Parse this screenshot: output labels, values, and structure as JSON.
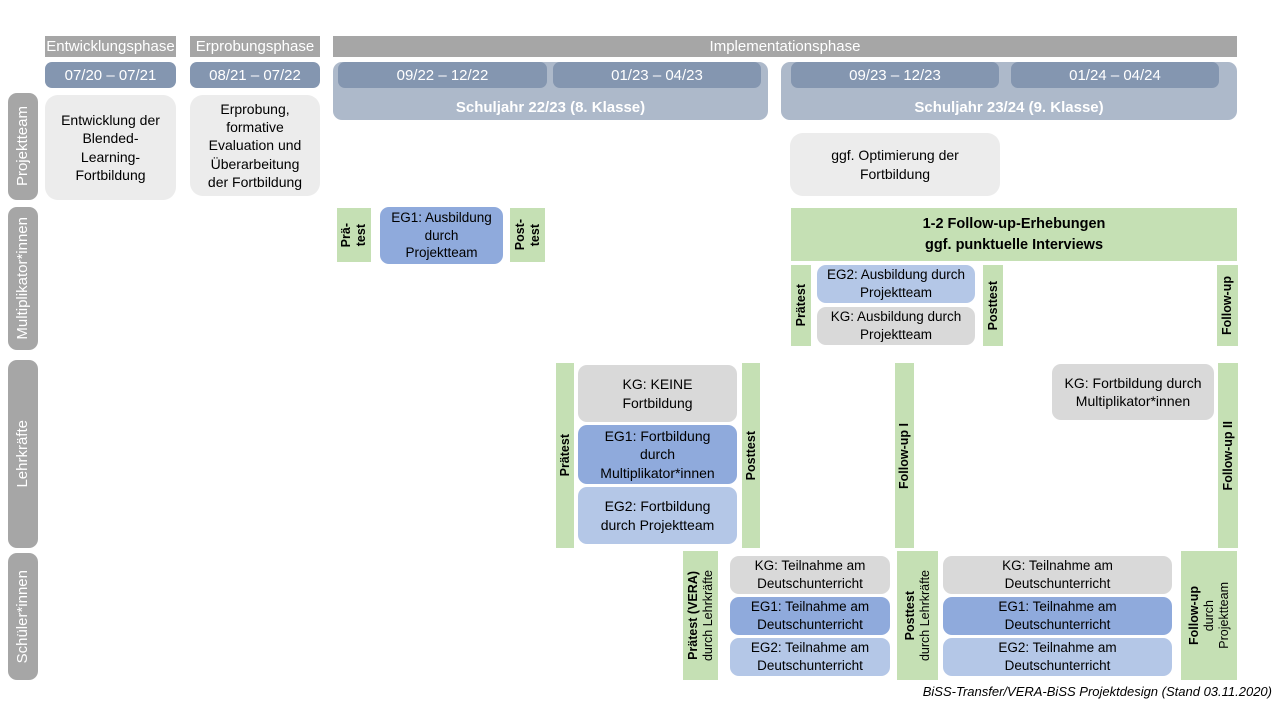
{
  "caption": "BiSS-Transfer/VERA-BiSS Projektdesign (Stand 03.11.2020)",
  "phases": [
    "Entwicklungsphase",
    "Erprobungsphase",
    "Implementationsphase"
  ],
  "dates": [
    "07/20 – 07/21",
    "08/21 – 07/22",
    "09/22 – 12/22",
    "01/23 – 04/23",
    "09/23 – 12/23",
    "01/24 – 04/24"
  ],
  "school_years": [
    "Schuljahr 22/23 (8. Klasse)",
    "Schuljahr 23/24 (9. Klasse)"
  ],
  "row_labels": [
    "Projektteam",
    "Multiplikator*innen",
    "Lehrkräfte",
    "Schüler*innen"
  ],
  "projektteam": {
    "entwicklung": "Entwicklung der Blended-Learning-Fortbildung",
    "erprobung": "Erprobung, formative Evaluation und Überarbeitung der Fortbildung",
    "optimierung": "ggf. Optimierung der Fortbildung"
  },
  "multiplikatoren": {
    "praetest_lines": [
      "Prä-",
      "test"
    ],
    "eg1": "EG1: Ausbildung durch Projektteam",
    "posttest_lines": [
      "Post-",
      "test"
    ],
    "followup_box_lines": [
      "1-2 Follow-up-Erhebungen",
      "ggf. punktuelle Interviews"
    ],
    "praetest2": "Prätest",
    "eg2": "EG2: Ausbildung durch Projektteam",
    "kg": "KG: Ausbildung durch Projektteam",
    "posttest2": "Posttest",
    "followup": "Follow-up"
  },
  "lehrkraefte": {
    "praetest": "Prätest",
    "kg": "KG: KEINE Fortbildung",
    "eg1": "EG1: Fortbildung durch Multiplikator*innen",
    "eg2": "EG2: Fortbildung durch Projektteam",
    "posttest": "Posttest",
    "followup1": "Follow-up I",
    "kg2": "KG: Fortbildung durch Multiplikator*innen",
    "followup2": "Follow-up II"
  },
  "schueler": {
    "praetest_main": "Prätest (VERA)",
    "praetest_sub": "durch Lehrkräfte",
    "kg": "KG: Teilnahme am Deutschunterricht",
    "eg1": "EG1: Teilnahme am Deutschunterricht",
    "eg2": "EG2: Teilnahme am Deutschunterricht",
    "posttest_main": "Posttest",
    "posttest_sub": "durch Lehrkräfte",
    "kg2": "KG: Teilnahme am Deutschunterricht",
    "eg1b": "EG1: Teilnahme am Deutschunterricht",
    "eg2b": "EG2: Teilnahme am Deutschunterricht",
    "followup_main": "Follow-up",
    "followup_sub1": "durch",
    "followup_sub2": "Projektteam"
  },
  "colors": {
    "header_gray": "#A6A6A6",
    "date_bar_blue": "#8496B0",
    "school_year_blue": "#ADB9CA",
    "box_light_gray": "#ECECEC",
    "kg_gray": "#D9D9D9",
    "eg1_blue": "#8FAADC",
    "eg2_blue": "#B4C7E7",
    "test_green": "#C5E0B4"
  }
}
